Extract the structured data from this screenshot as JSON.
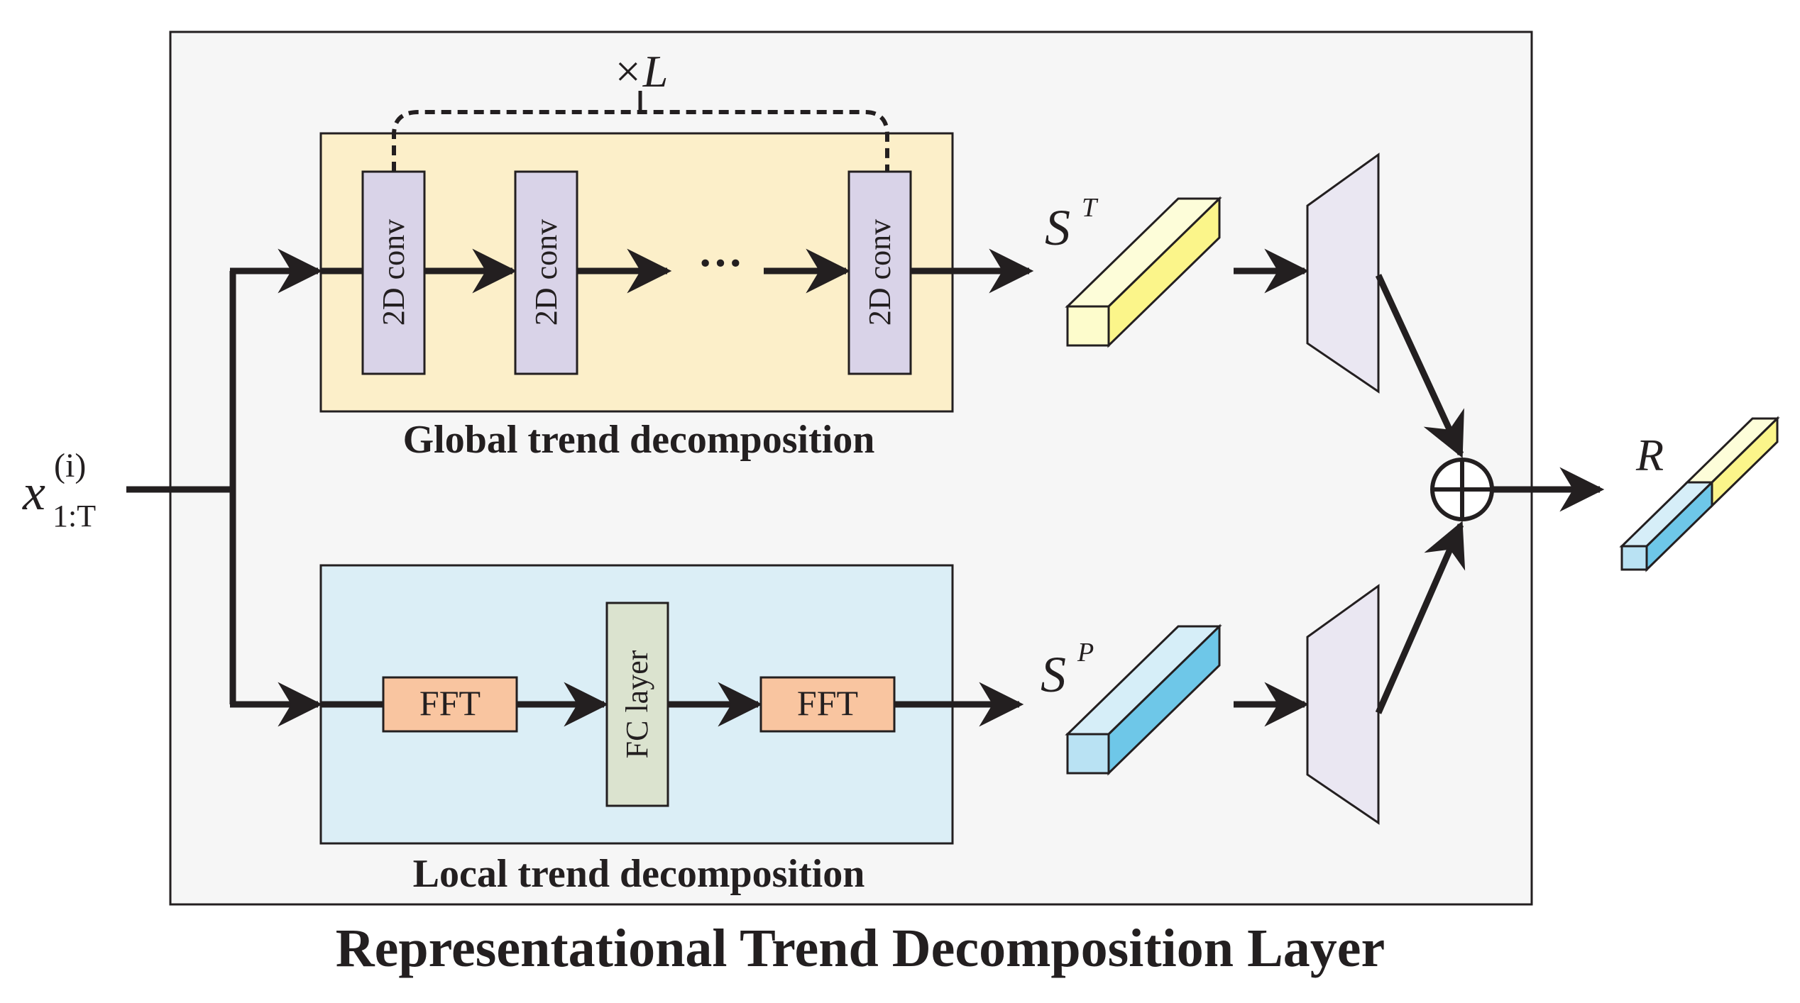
{
  "title": "Representational Trend Decomposition Layer",
  "input": {
    "base": "x",
    "superscript": "(i)",
    "subscript": "1:T"
  },
  "global_branch": {
    "caption": "Global trend decomposition",
    "conv_labels": [
      "2D conv",
      "2D conv",
      "2D conv"
    ],
    "ellipsis": "···",
    "repeat_label": "×L"
  },
  "local_branch": {
    "caption": "Local trend decomposition",
    "fft_labels": [
      "FFT",
      "FFT"
    ],
    "fc_label": "FC layer"
  },
  "outputs": {
    "s_t": {
      "base": "S",
      "superscript": "T"
    },
    "s_p": {
      "base": "S",
      "superscript": "P"
    },
    "r": "R"
  },
  "colors": {
    "outer_bg": "#f6f6f6",
    "global_bg": "#fcefc9",
    "local_bg": "#dbeef6",
    "conv_fill": "#d9d3e8",
    "fft_fill": "#f9c5a0",
    "fc_fill": "#dbe3cf",
    "trap_fill": "#eae7f2",
    "yellow_front": "#fdfccc",
    "yellow_side": "#fbf58a",
    "blue_front": "#b9e2f3",
    "blue_side": "#6ec7e8",
    "ink": "#231f20"
  }
}
